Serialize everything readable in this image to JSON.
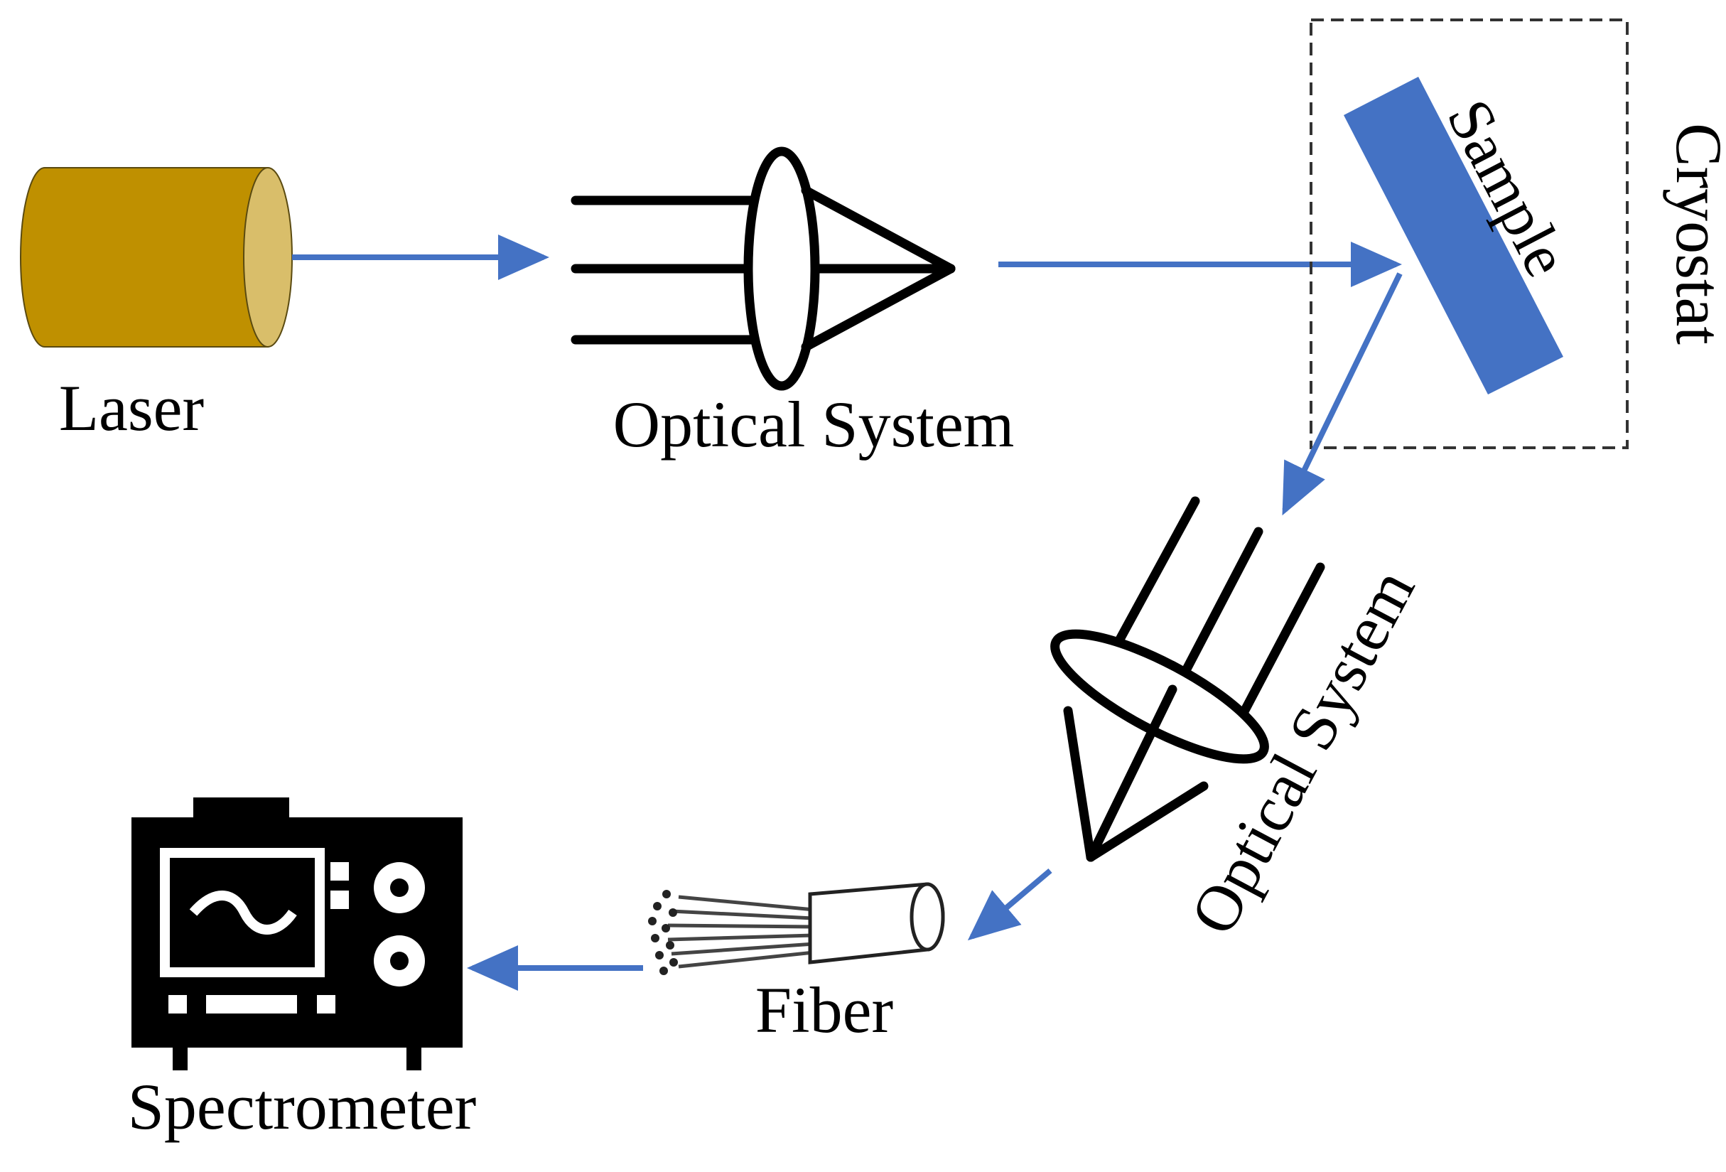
{
  "diagram": {
    "labels": {
      "laser": "Laser",
      "optical_system_1": "Optical System",
      "sample": "Sample",
      "cryostat": "Cryostat",
      "optical_system_2": "Optical System",
      "fiber": "Fiber",
      "spectrometer": "Spectrometer"
    },
    "colors": {
      "beam": "#4472C4",
      "sample": "#4472C4",
      "laser_body": "#BF9000",
      "laser_face": "#D9BE6A",
      "outline": "#000000",
      "cryostat_border": "#333333"
    }
  }
}
